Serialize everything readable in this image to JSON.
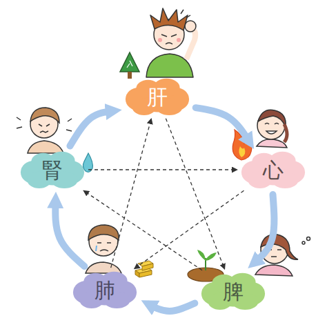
{
  "diagram": {
    "nodes": [
      {
        "text": [
          "肝"
        ]
      },
      {
        "text": [
          "心"
        ]
      },
      {
        "text": [
          "脾"
        ]
      },
      {
        "text": [
          "肺"
        ]
      },
      {
        "text": [
          "腎"
        ]
      }
    ],
    "edges": [
      {
        "from": 0,
        "to": 1,
        "arrow": "to"
      },
      {
        "from": 1,
        "to": 2,
        "arrow": "to"
      },
      {
        "from": 2,
        "to": 3,
        "arrow": "to"
      },
      {
        "from": 3,
        "to": 4,
        "arrow": "to"
      },
      {
        "from": 4,
        "to": 0,
        "arrow": "to"
      },
      {
        "from": 0,
        "to": 2,
        "arrow": "to"
      },
      {
        "from": 2,
        "to": 4,
        "arrow": "to"
      },
      {
        "from": 4,
        "to": 1,
        "arrow": "to"
      },
      {
        "from": 1,
        "to": 3,
        "arrow": "to"
      },
      {
        "from": 3,
        "to": 0,
        "arrow": "to"
      }
    ]
  }
}
